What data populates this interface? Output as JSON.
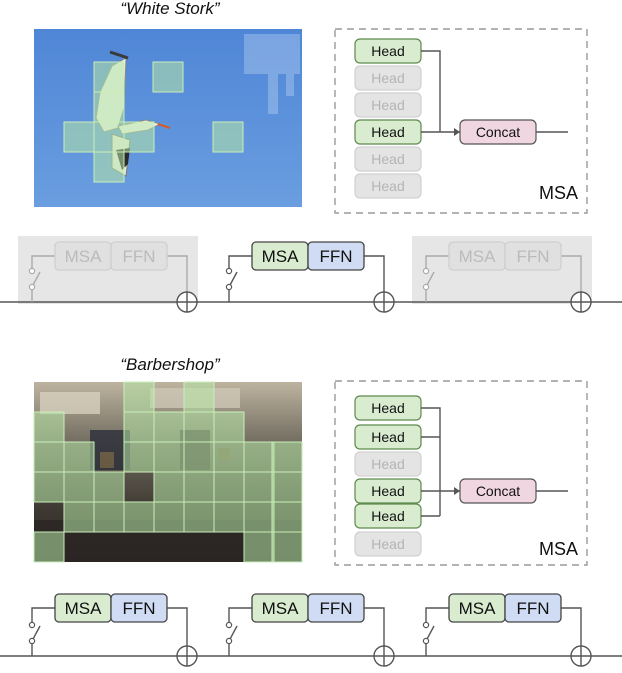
{
  "panels": [
    {
      "caption": "“White Stork”",
      "image_subject": "white-stork-on-blue-sky",
      "heads": [
        {
          "label": "Head",
          "active": true
        },
        {
          "label": "Head",
          "active": false
        },
        {
          "label": "Head",
          "active": false
        },
        {
          "label": "Head",
          "active": true
        },
        {
          "label": "Head",
          "active": false
        },
        {
          "label": "Head",
          "active": false
        }
      ],
      "concat_label": "Concat",
      "msa_box_label": "MSA",
      "layers": [
        {
          "msa_label": "MSA",
          "ffn_label": "FFN",
          "active": false
        },
        {
          "msa_label": "MSA",
          "ffn_label": "FFN",
          "active": true
        },
        {
          "msa_label": "MSA",
          "ffn_label": "FFN",
          "active": false
        }
      ]
    },
    {
      "caption": "“Barbershop”",
      "image_subject": "barbershop-interior",
      "heads": [
        {
          "label": "Head",
          "active": true
        },
        {
          "label": "Head",
          "active": true
        },
        {
          "label": "Head",
          "active": false
        },
        {
          "label": "Head",
          "active": true
        },
        {
          "label": "Head",
          "active": true
        },
        {
          "label": "Head",
          "active": false
        }
      ],
      "concat_label": "Concat",
      "msa_box_label": "MSA",
      "layers": [
        {
          "msa_label": "MSA",
          "ffn_label": "FFN",
          "active": true
        },
        {
          "msa_label": "MSA",
          "ffn_label": "FFN",
          "active": true
        },
        {
          "msa_label": "MSA",
          "ffn_label": "FFN",
          "active": true
        }
      ]
    }
  ],
  "colors": {
    "head_active": "#d9ecd0",
    "head_inactive": "#e4e4e4",
    "concat": "#f0d6e0",
    "msa_block": "#d9ecd0",
    "ffn_block": "#cfdcf4",
    "patch_overlay": "#b6e6a6",
    "sky": "#5b8fd8"
  }
}
